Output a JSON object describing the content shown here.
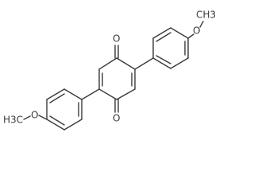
{
  "molecule": {
    "atoms": {
      "oxygen_top": "O",
      "oxygen_bottom": "O",
      "methoxy_right_oxygen": "O",
      "methoxy_right_methyl": "CH3",
      "methoxy_left_oxygen": "O",
      "methoxy_left_methyl": "H3C"
    }
  }
}
